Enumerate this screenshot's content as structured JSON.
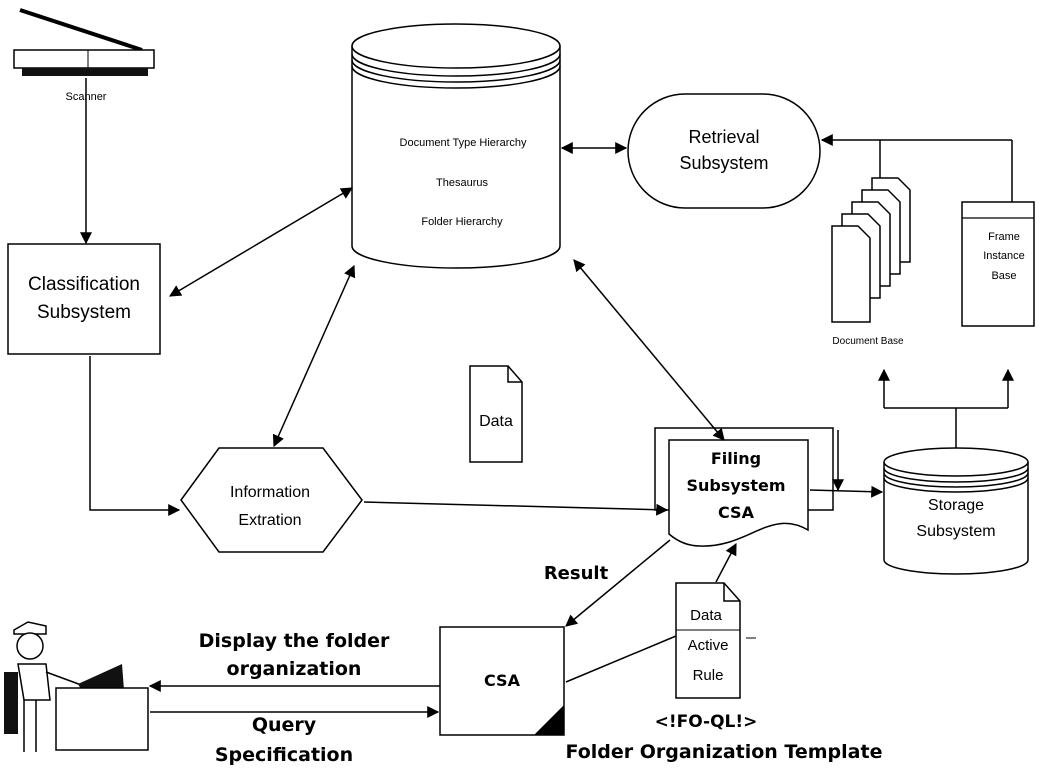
{
  "labels": {
    "scanner": "Scanner",
    "classification_line1": "Classification",
    "classification_line2": "Subsystem",
    "knowledge_line1": "Document Type Hierarchy",
    "knowledge_line2": "Thesaurus",
    "knowledge_line3": "Folder Hierarchy",
    "retrieval_line1": "Retrieval",
    "retrieval_line2": "Subsystem",
    "frame_line1": "Frame",
    "frame_line2": "Instance",
    "frame_line3": "Base",
    "document_base": "Document Base",
    "data_doc": "Data",
    "filing_line1": "Filing",
    "filing_line2": "Subsystem",
    "filing_line3": "CSA",
    "info_line1": "Information",
    "info_line2": "Extration",
    "storage_line1": "Storage",
    "storage_line2": "Subsystem",
    "result": "Result",
    "display_line1": "Display the folder",
    "display_line2": "organization",
    "csa": "CSA",
    "rule_line1": "Data",
    "rule_line2": "Active",
    "rule_line3": "Rule",
    "query_line1": "Query",
    "query_line2": "Specification",
    "foql": "<!FO-QL!>",
    "template": "Folder Organization Template"
  }
}
